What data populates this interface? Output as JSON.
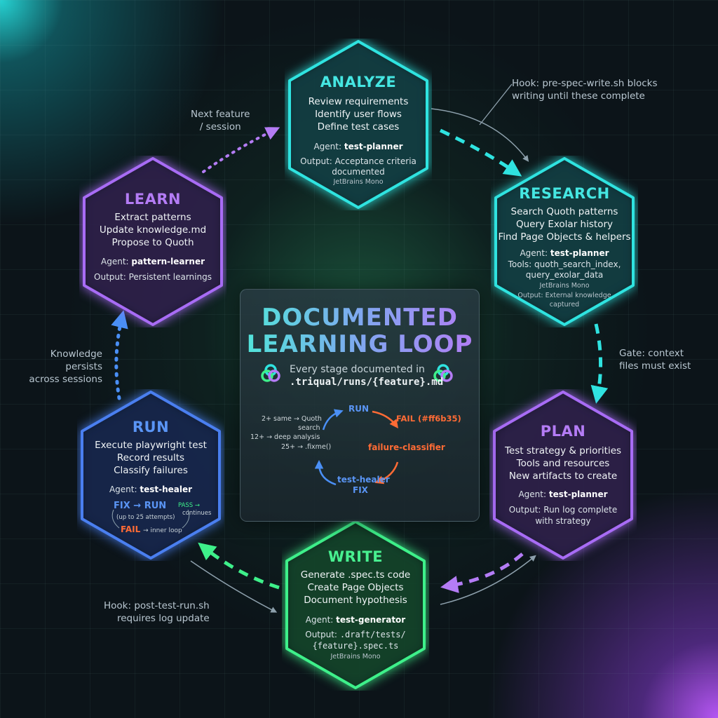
{
  "center": {
    "title_line1": "DOCUMENTED",
    "title_line2": "LEARNING LOOP",
    "subtitle_line1": "Every stage documented in",
    "subtitle_line2": ".triqual/runs/{feature}.md",
    "mini_loop": {
      "run": "RUN",
      "fail": "FAIL (#ff6b35)",
      "classifier": "failure-classifier",
      "healer": "test-healer",
      "fix": "FIX",
      "rule1a": "2+ same → Quoth",
      "rule1b": "search",
      "rule2": "12+ → deep analysis",
      "rule3": "25+ → .fixme()"
    }
  },
  "stages": {
    "analyze": {
      "title": "ANALYZE",
      "lines": [
        "Review requirements",
        "Identify user flows",
        "Define test cases"
      ],
      "agent_label": "Agent:",
      "agent": "test-planner",
      "output_label": "Output:",
      "output_line1": "Acceptance criteria",
      "output_line2": "documented",
      "font_note": "JetBrains Mono",
      "color": "#2fe3e0"
    },
    "research": {
      "title": "RESEARCH",
      "lines": [
        "Search Quoth patterns",
        "Query Exolar history",
        "Find Page Objects & helpers"
      ],
      "agent_label": "Agent:",
      "agent": "test-planner",
      "tools_label": "Tools:",
      "tools_line1": "quoth_search_index,",
      "tools_line2": "query_exolar_data",
      "font_note": "JetBrains Mono",
      "output_label": "Output:",
      "output_line1": "External knowledge",
      "output_line2": "captured",
      "color": "#2fe3e0"
    },
    "plan": {
      "title": "PLAN",
      "lines": [
        "Test strategy & priorities",
        "Tools and resources",
        "New artifacts to create"
      ],
      "agent_label": "Agent:",
      "agent": "test-planner",
      "output_label": "Output:",
      "output_line1": "Run log complete",
      "output_line2": "with strategy",
      "color": "#a86cf5"
    },
    "write": {
      "title": "WRITE",
      "lines": [
        "Generate .spec.ts code",
        "Create Page Objects",
        "Document hypothesis"
      ],
      "agent_label": "Agent:",
      "agent": "test-generator",
      "output_label": "Output:",
      "output_line1": ".draft/tests/",
      "output_line2": "{feature}.spec.ts",
      "font_note": "JetBrains Mono",
      "color": "#3ef08a"
    },
    "run": {
      "title": "RUN",
      "lines": [
        "Execute playwright test",
        "Record results",
        "Classify failures"
      ],
      "agent_label": "Agent:",
      "agent": "test-healer",
      "fix": "FIX",
      "arrow": "→",
      "run": "RUN",
      "attempts": "(up to 25 attempts)",
      "pass": "PASS →",
      "continues": "continues",
      "fail": "FAIL",
      "inner": "→ inner loop",
      "color": "#4a7ff0"
    },
    "learn": {
      "title": "LEARN",
      "lines": [
        "Extract patterns",
        "Update knowledge.md",
        "Propose to Quoth"
      ],
      "agent_label": "Agent:",
      "agent": "pattern-learner",
      "output_label": "Output:",
      "output_line1": "Persistent learnings",
      "color": "#a86cf5"
    }
  },
  "annotations": {
    "next_feature": [
      "Next feature",
      "/ session"
    ],
    "hook_pre": [
      "Hook: pre-spec-write.sh blocks",
      "writing until these complete"
    ],
    "gate": [
      "Gate: context",
      "files must exist"
    ],
    "hook_post": [
      "Hook: post-test-run.sh",
      "requires log update"
    ],
    "knowledge": [
      "Knowledge persists",
      "across sessions"
    ]
  },
  "colors": {
    "teal": "#2fe3e0",
    "purple": "#a86cf5",
    "green": "#3ef08a",
    "blue": "#4a7ff0",
    "orange": "#ff6b35"
  }
}
